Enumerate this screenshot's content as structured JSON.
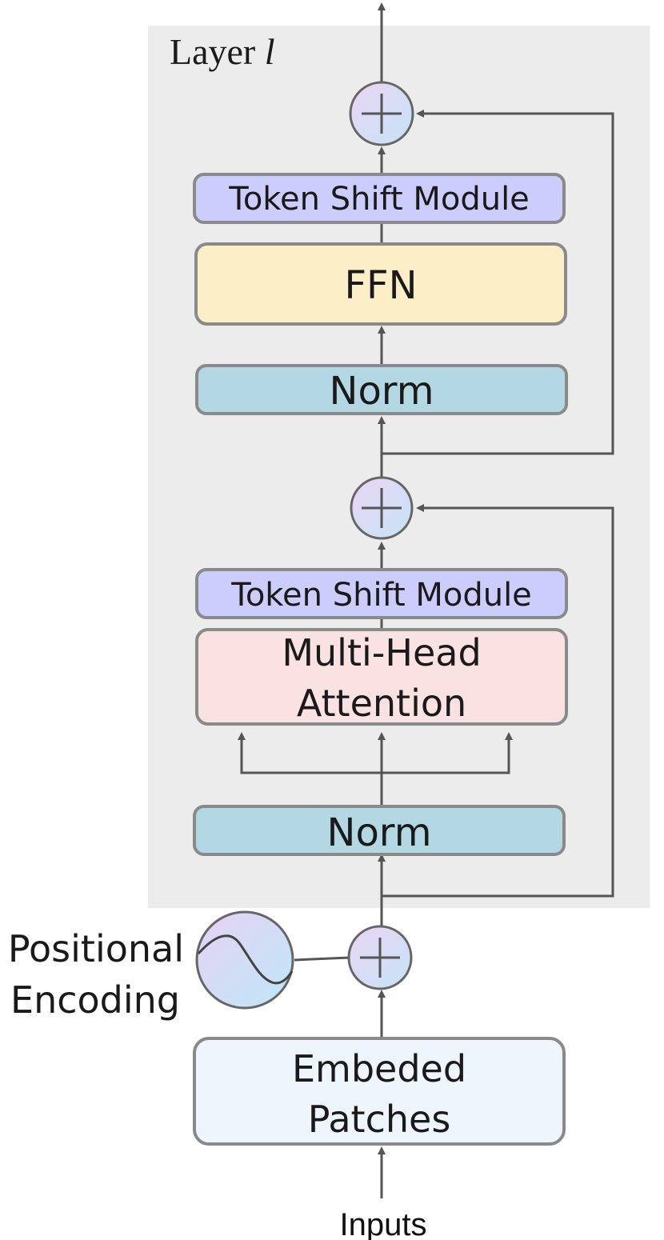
{
  "layer": {
    "title": "Layer ",
    "variable": "l"
  },
  "blocks": {
    "token_shift_top": "Token Shift Module",
    "ffn": "FFN",
    "norm_top": "Norm",
    "token_shift_bottom": "Token Shift Module",
    "mha_line1": "Multi-Head",
    "mha_line2": "Attention",
    "norm_bottom": "Norm",
    "embed_line1": "Embeded",
    "embed_line2": "Patches"
  },
  "positional_encoding": {
    "line1": "Positional",
    "line2": "Encoding"
  },
  "inputs_label": "Inputs",
  "colors": {
    "layer_bg": "#ececec",
    "token_shift": "#cccdfc",
    "ffn": "#fcefc8",
    "norm": "#b3d8e4",
    "mha": "#f9e2e1",
    "embed": "#eef5fd",
    "adder_fill_top": "#e8d8f2",
    "adder_fill_bottom": "#c9e4f6",
    "line": "#555555"
  }
}
